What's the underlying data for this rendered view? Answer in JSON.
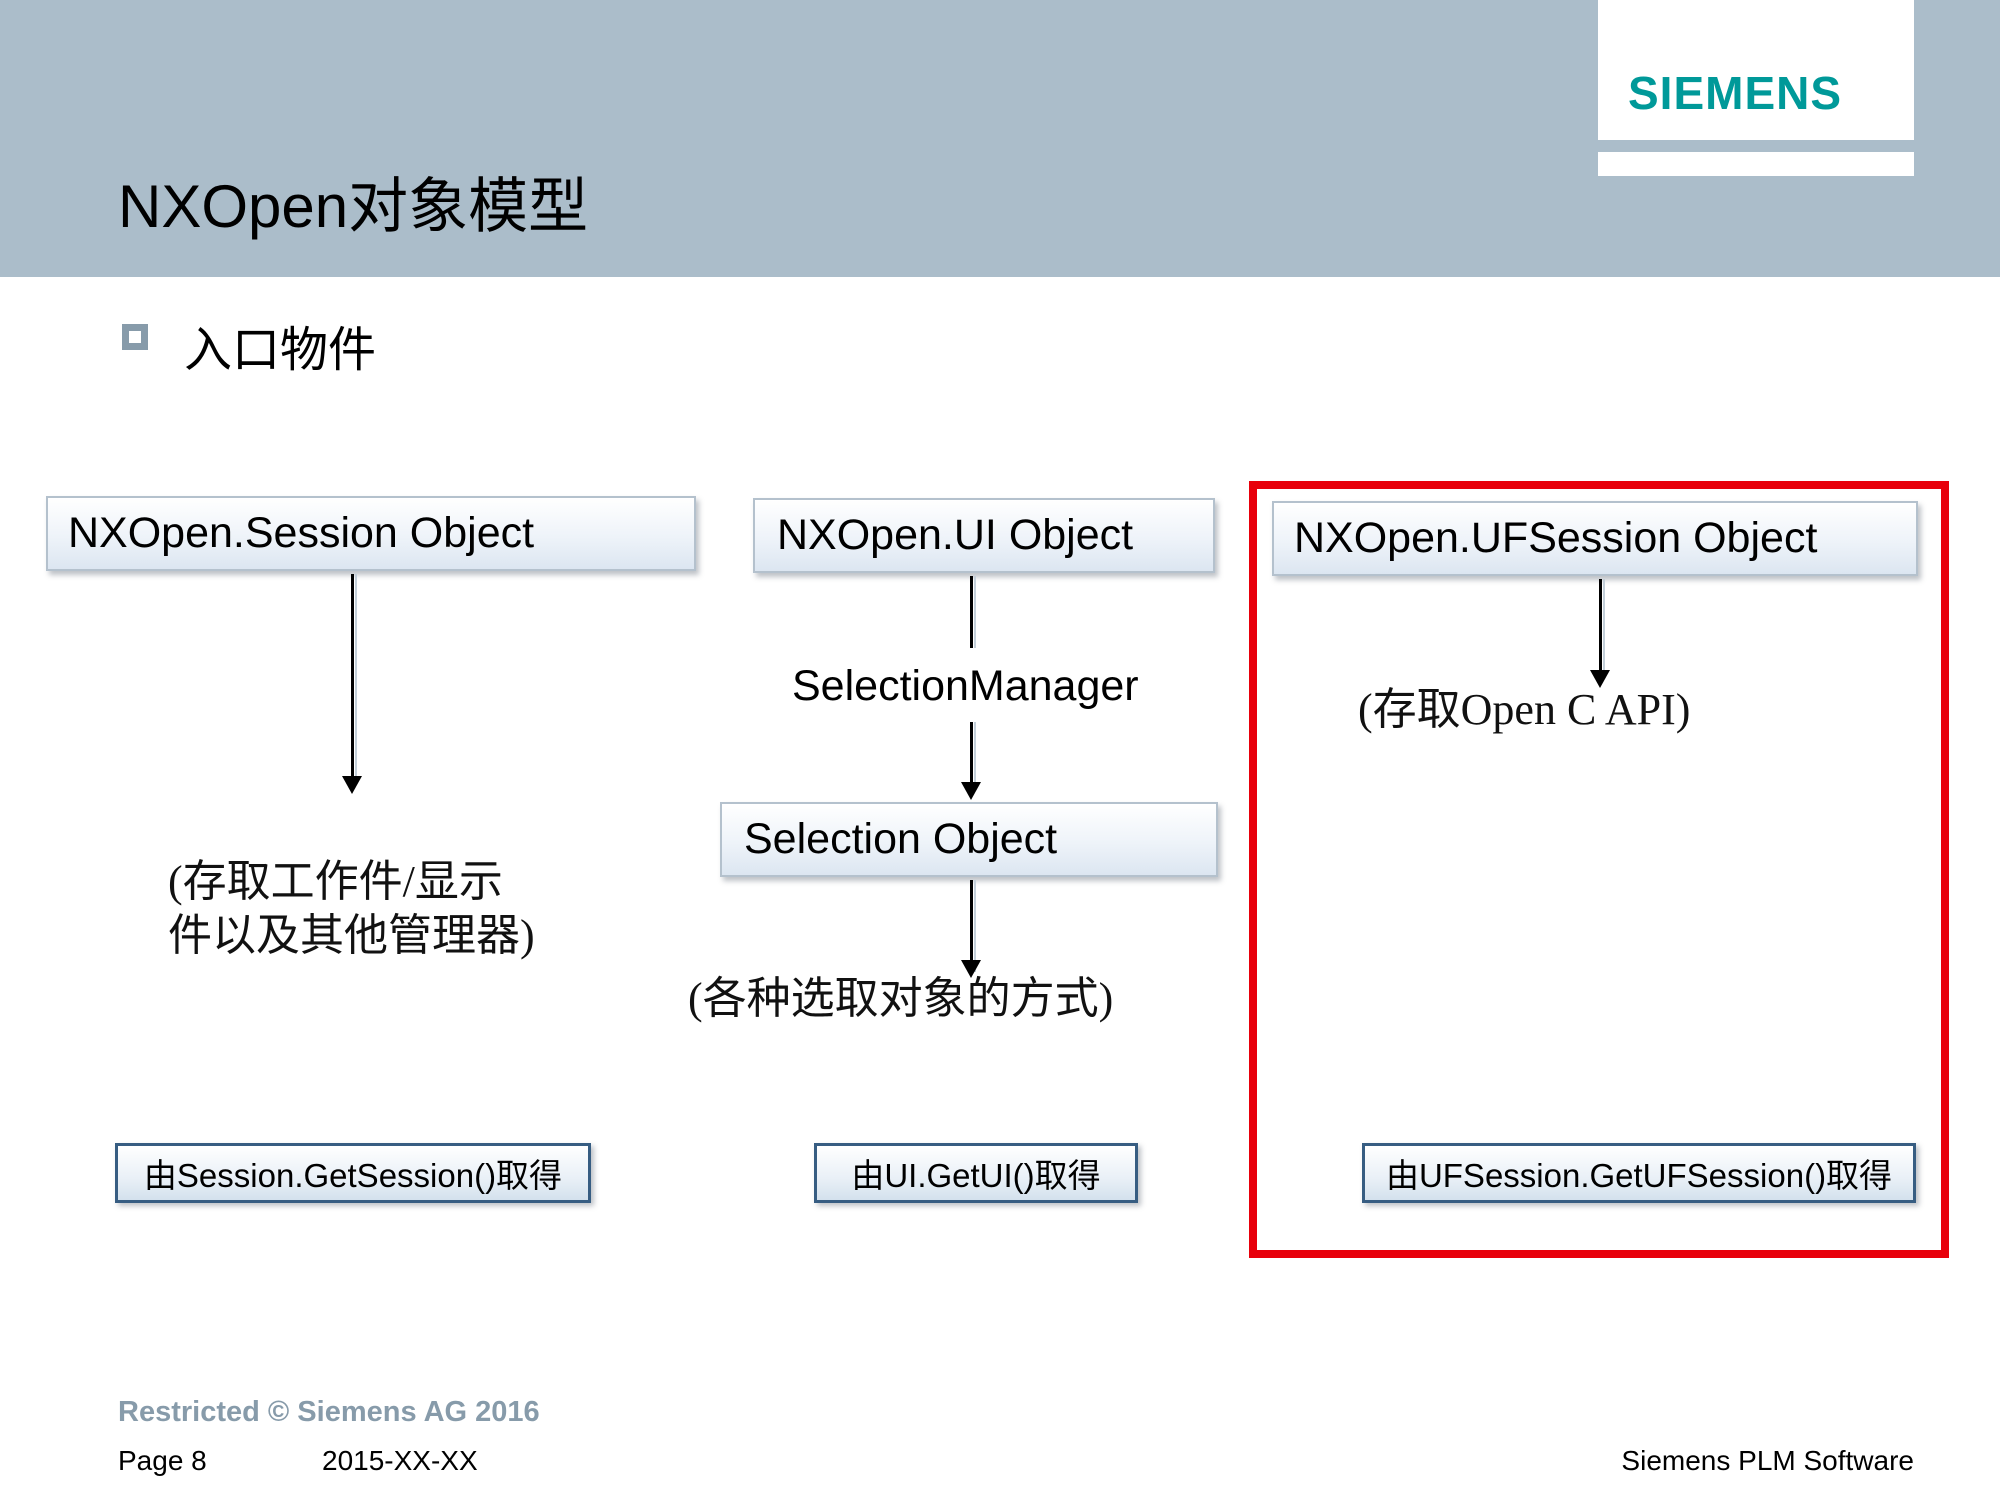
{
  "header": {
    "title": "NXOpen对象模型",
    "logo": "SIEMENS"
  },
  "bullet": {
    "text": "入口物件"
  },
  "columns": [
    {
      "object_label": "NXOpen.Session Object",
      "note_lines": [
        "(存取工作件/显示",
        "件以及其他管理器)"
      ],
      "button_label": "由Session.GetSession()取得"
    },
    {
      "object_label": "NXOpen.UI Object",
      "connector_label": "SelectionManager",
      "sub_object_label": "Selection Object",
      "note": "(各种选取对象的方式)",
      "button_label": "由UI.GetUI()取得"
    },
    {
      "object_label": "NXOpen.UFSession Object",
      "note": "(存取Open C API)",
      "button_label": "由UFSession.GetUFSession()取得"
    }
  ],
  "footer": {
    "restricted": "Restricted © Siemens AG 2016",
    "page": "Page 8",
    "date": "2015-XX-XX",
    "brand": "Siemens PLM Software"
  },
  "colors": {
    "header_band": "#abbdca",
    "logo_teal": "#009999",
    "highlight_red": "#e8000b",
    "button_border": "#375d82"
  }
}
